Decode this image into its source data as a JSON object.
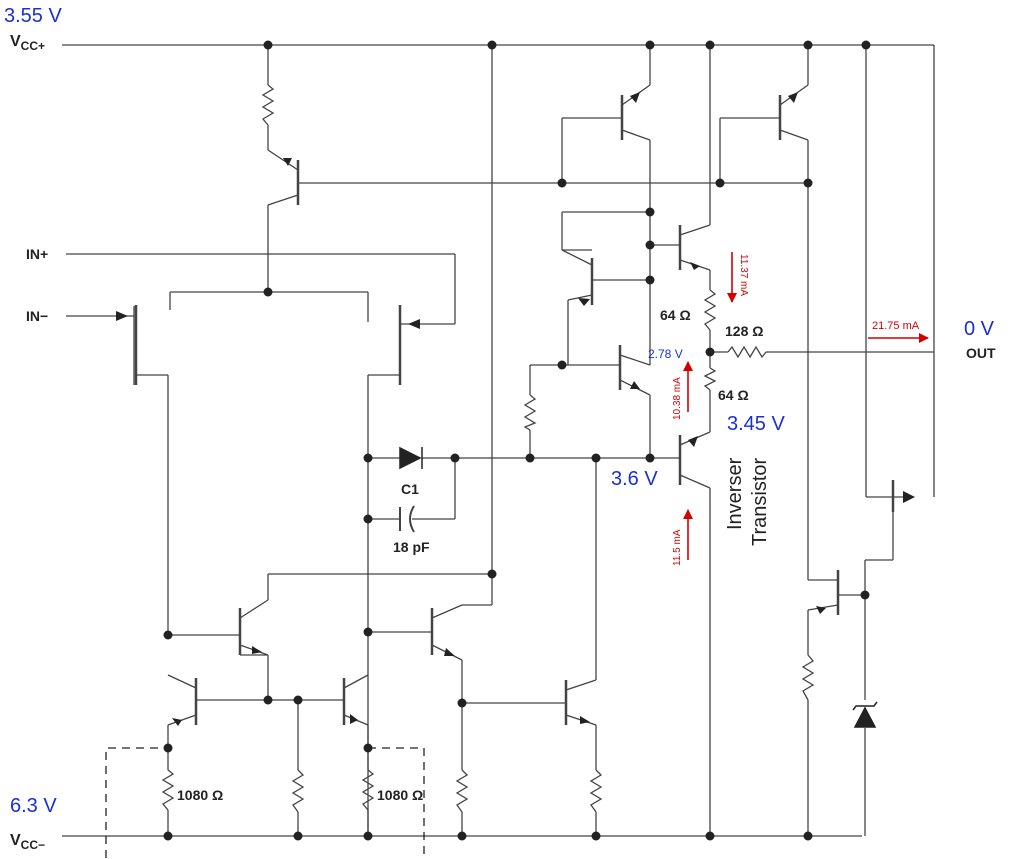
{
  "colors": {
    "voltage": "#1a2fd6",
    "current": "#d40000",
    "wire": "#444444",
    "text": "#222222"
  },
  "voltages": {
    "vcc_plus": "3.55 V",
    "vcc_minus": "6.3 V",
    "output": "0 V",
    "base_node": "3.6 V",
    "inverser_emitter": "3.45 V",
    "midpoint": "2.78 V"
  },
  "currents": {
    "upper_branch": "11.37 mA",
    "output": "21.75 mA",
    "lower_branch": "10.38 mA",
    "inverser_base": "11.5 mA"
  },
  "terminals": {
    "vcc_plus_base": "V",
    "vcc_plus_sub": "CC+",
    "vcc_minus_base": "V",
    "vcc_minus_sub": "CC−",
    "in_plus": "IN+",
    "in_minus": "IN−",
    "out": "OUT"
  },
  "components": {
    "r_upper": "64 Ω",
    "r_output": "128 Ω",
    "r_lower": "64 Ω",
    "c1_name": "C1",
    "c1_value": "18 pF",
    "r_left": "1080 Ω",
    "r_right": "1080 Ω"
  },
  "annotations": {
    "inverser_line1": "Inverser",
    "inverser_line2": "Transistor"
  }
}
